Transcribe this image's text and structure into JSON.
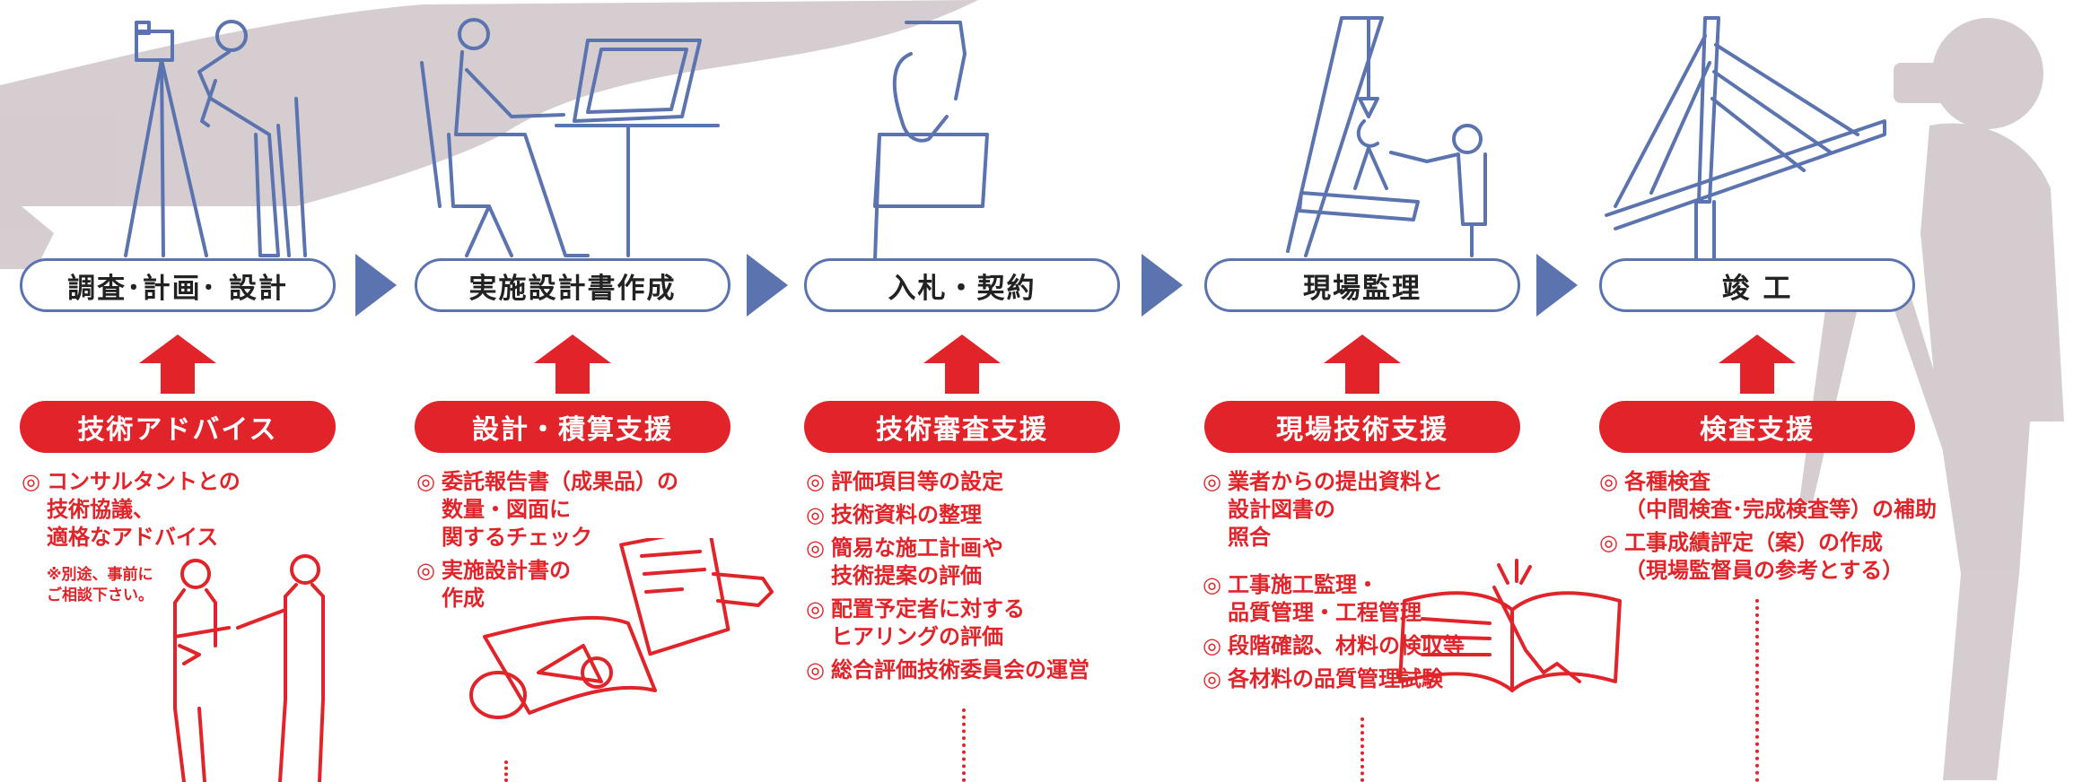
{
  "colors": {
    "blue": "#5B74B0",
    "red": "#E1242A",
    "shadow": "#CFC7CB",
    "text": "#222222"
  },
  "marker": "◎",
  "stages": [
    {
      "label": "調査･計画･ 設計",
      "icon": "surveyor-icon"
    },
    {
      "label": "実施設計書作成",
      "icon": "designer-at-desk-icon"
    },
    {
      "label": "入札・契約",
      "icon": "hand-holding-document-icon"
    },
    {
      "label": "現場監理",
      "icon": "crane-supervisor-icon"
    },
    {
      "label": "竣 工",
      "icon": "bridge-icon"
    }
  ],
  "supports": [
    {
      "label": "技術アドバイス",
      "items": [
        "コンサルタントとの\n技術協議、\n適格なアドバイス"
      ],
      "note": "※別途、事前に\nご相談下さい。",
      "icon": "consultation-people-icon"
    },
    {
      "label": "設計・積算支援",
      "items": [
        "委託報告書（成果品）の\n数量・図面に\n関するチェック",
        "実施設計書の\n作成"
      ],
      "icon": "document-check-icon"
    },
    {
      "label": "技術審査支援",
      "items": [
        "評価項目等の設定",
        "技術資料の整理",
        "簡易な施工計画や\n技術提案の評価",
        "配置予定者に対する\nヒアリングの評価",
        "総合評価技術委員会の運営"
      ]
    },
    {
      "label": "現場技術支援",
      "items": [
        "業者からの提出資料と\n設計図書の\n照合",
        "工事施工監理・\n品質管理・工程管理",
        "段階確認、材料の検収等",
        "各材料の品質管理試験"
      ],
      "icon": "open-book-icon"
    },
    {
      "label": "検査支援",
      "items": [
        "各種検査\n（中間検査･完成検査等）の補助",
        "工事成績評定（案）の作成\n（現場監督員の参考とする）"
      ]
    }
  ]
}
